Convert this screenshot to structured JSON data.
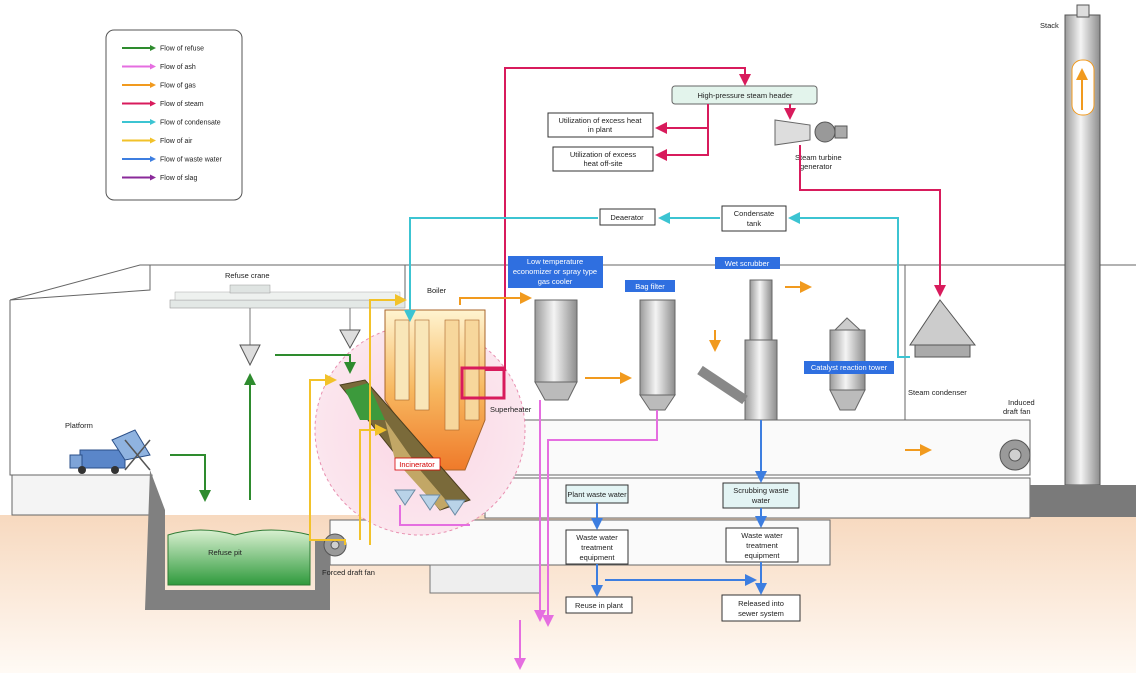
{
  "legend": {
    "items": [
      {
        "label": "Flow of refuse",
        "color": "#2e8b2e"
      },
      {
        "label": "Flow of ash",
        "color": "#e56ee0"
      },
      {
        "label": "Flow of gas",
        "color": "#f19a1e"
      },
      {
        "label": "Flow of steam",
        "color": "#d81b5c"
      },
      {
        "label": "Flow of condensate",
        "color": "#3cc4d2"
      },
      {
        "label": "Flow of air",
        "color": "#f2c22a"
      },
      {
        "label": "Flow of waste water",
        "color": "#3d7ee0"
      },
      {
        "label": "Flow of slag",
        "color": "#8a2a9a"
      }
    ]
  },
  "labels": {
    "stack": "Stack",
    "hp_header": "High-pressure steam header",
    "excess_heat_plant_1": "Utilization of excess heat",
    "excess_heat_plant_2": "in plant",
    "excess_heat_offsite_1": "Utilization of excess",
    "excess_heat_offsite_2": "heat off-site",
    "turbine_1": "Steam turbine",
    "turbine_2": "generator",
    "deaerator": "Deaerator",
    "cond_tank_1": "Condensate",
    "cond_tank_2": "tank",
    "refuse_crane": "Refuse crane",
    "boiler": "Boiler",
    "low_temp_1": "Low temperature",
    "low_temp_2": "economizer or spray type",
    "low_temp_3": "gas cooler",
    "bag_filter": "Bag filter",
    "wet_scrubber": "Wet scrubber",
    "catalyst": "Catalyst reaction tower",
    "steam_condenser": "Steam condenser",
    "induced_1": "Induced",
    "induced_2": "draft fan",
    "platform": "Platform",
    "superheater": "Superheater",
    "incinerator": "Incinerator",
    "plant_ww": "Plant waste water",
    "scrub_ww_1": "Scrubbing waste",
    "scrub_ww_2": "water",
    "wwt_1": "Waste water",
    "wwt_2": "treatment",
    "wwt_3": "equipment",
    "refuse_pit": "Refuse pit",
    "forced_fan": "Forced draft fan",
    "reuse": "Reuse in plant",
    "released_1": "Released into",
    "released_2": "sewer system"
  }
}
